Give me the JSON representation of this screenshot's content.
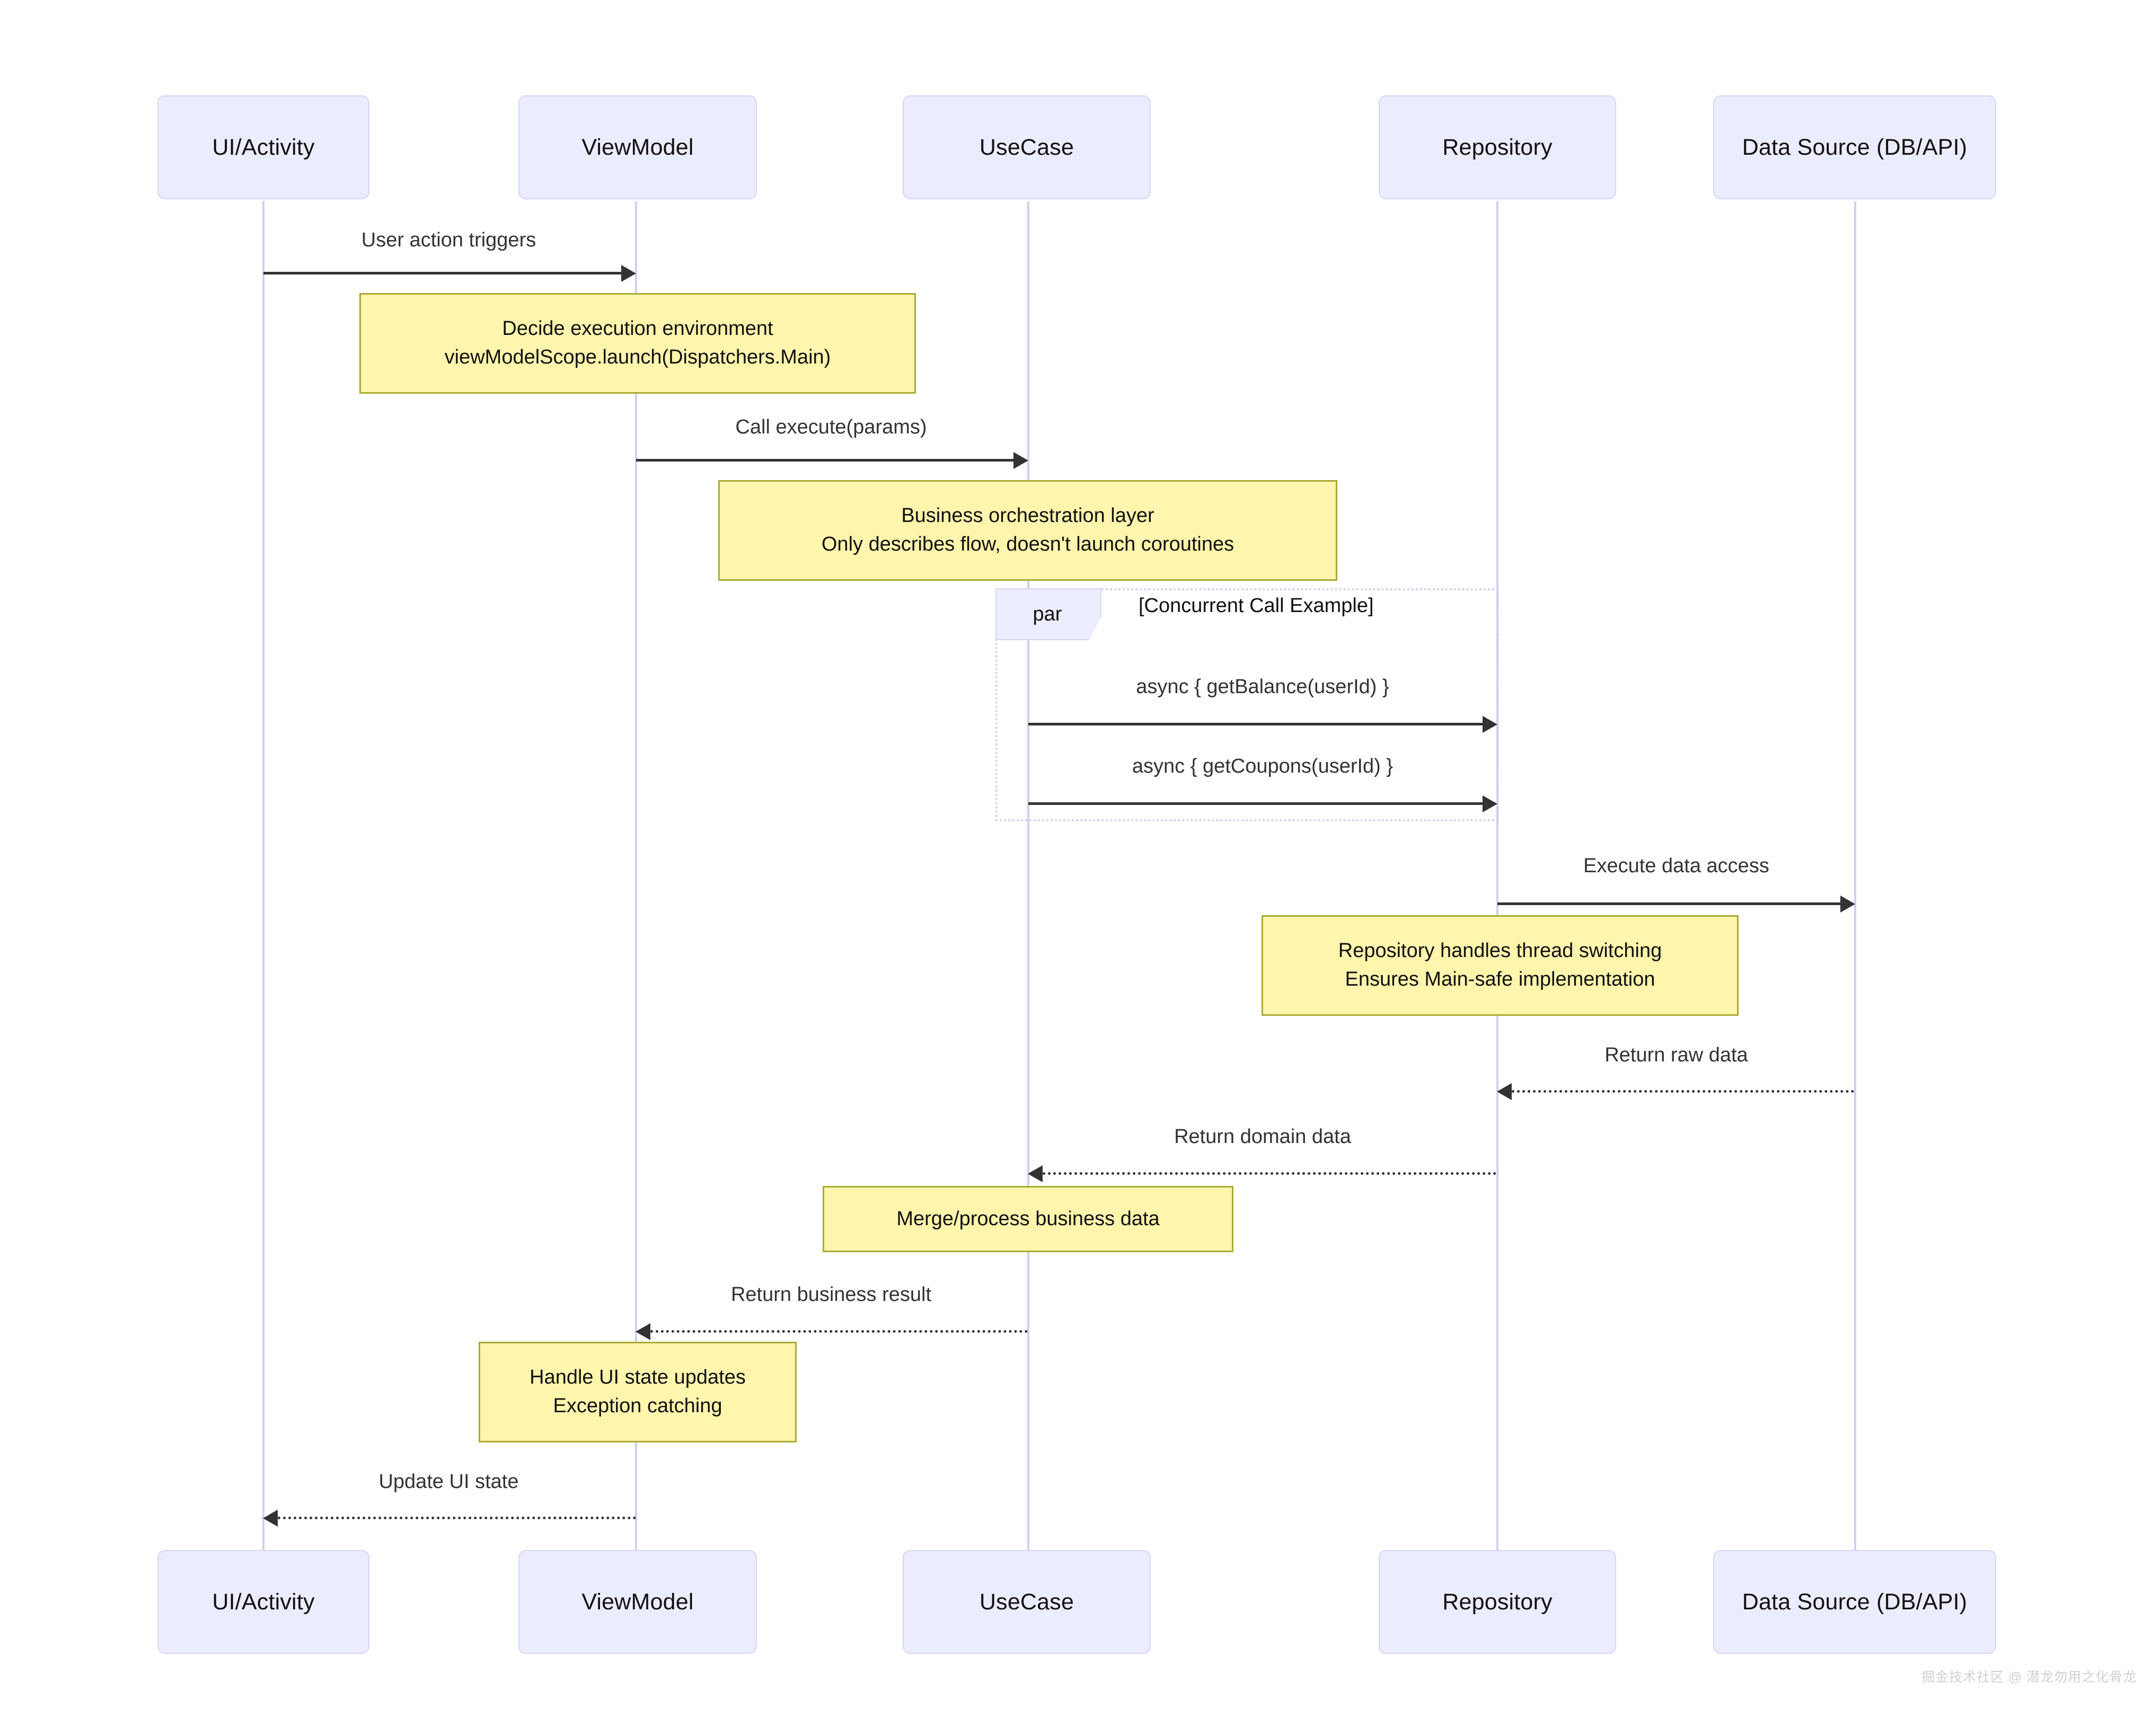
{
  "diagram": {
    "type": "sequence-diagram",
    "theme": {
      "participant_fill": "#ECECFF",
      "participant_border": "#d6d6f5",
      "lifeline_color": "#cfcfee",
      "note_fill": "#FFF5AD",
      "note_border": "#AAAA33",
      "message_color": "#333333",
      "background": "#ffffff"
    },
    "participants": [
      {
        "id": "ui",
        "label": "UI/Activity"
      },
      {
        "id": "vm",
        "label": "ViewModel"
      },
      {
        "id": "uc",
        "label": "UseCase"
      },
      {
        "id": "repo",
        "label": "Repository"
      },
      {
        "id": "ds",
        "label": "Data Source (DB/API)"
      }
    ],
    "messages": [
      {
        "id": "m1",
        "label": "User action triggers",
        "from": "ui",
        "to": "vm",
        "style": "solid",
        "direction": "right"
      },
      {
        "id": "m2",
        "label": "Call execute(params)",
        "from": "vm",
        "to": "uc",
        "style": "solid",
        "direction": "right"
      },
      {
        "id": "m3",
        "label": "async { getBalance(userId) }",
        "from": "uc",
        "to": "repo",
        "style": "solid",
        "direction": "right"
      },
      {
        "id": "m4",
        "label": "async { getCoupons(userId) }",
        "from": "uc",
        "to": "repo",
        "style": "solid",
        "direction": "right"
      },
      {
        "id": "m5",
        "label": "Execute data access",
        "from": "repo",
        "to": "ds",
        "style": "solid",
        "direction": "right"
      },
      {
        "id": "m6",
        "label": "Return raw data",
        "from": "ds",
        "to": "repo",
        "style": "dotted",
        "direction": "left"
      },
      {
        "id": "m7",
        "label": "Return domain data",
        "from": "repo",
        "to": "uc",
        "style": "dotted",
        "direction": "left"
      },
      {
        "id": "m8",
        "label": "Return business result",
        "from": "uc",
        "to": "vm",
        "style": "dotted",
        "direction": "left"
      },
      {
        "id": "m9",
        "label": "Update UI state",
        "from": "vm",
        "to": "ui",
        "style": "dotted",
        "direction": "left"
      }
    ],
    "notes": [
      {
        "id": "n1",
        "over": "vm",
        "lines": [
          "Decide execution environment",
          "viewModelScope.launch(Dispatchers.Main)"
        ]
      },
      {
        "id": "n2",
        "over": "uc",
        "lines": [
          "Business orchestration layer",
          "Only describes flow, doesn't launch coroutines"
        ]
      },
      {
        "id": "n3",
        "over": "repo",
        "lines": [
          "Repository handles thread switching",
          "Ensures Main-safe implementation"
        ]
      },
      {
        "id": "n4",
        "over": "uc",
        "lines": [
          "Merge/process business data"
        ]
      },
      {
        "id": "n5",
        "over": "vm",
        "lines": [
          "Handle UI state updates",
          "Exception catching"
        ]
      }
    ],
    "fragment": {
      "id": "par1",
      "operator": "par",
      "condition": "[Concurrent Call Example]"
    },
    "watermark": "掘金技术社区 @ 潜龙勿用之化骨龙"
  }
}
